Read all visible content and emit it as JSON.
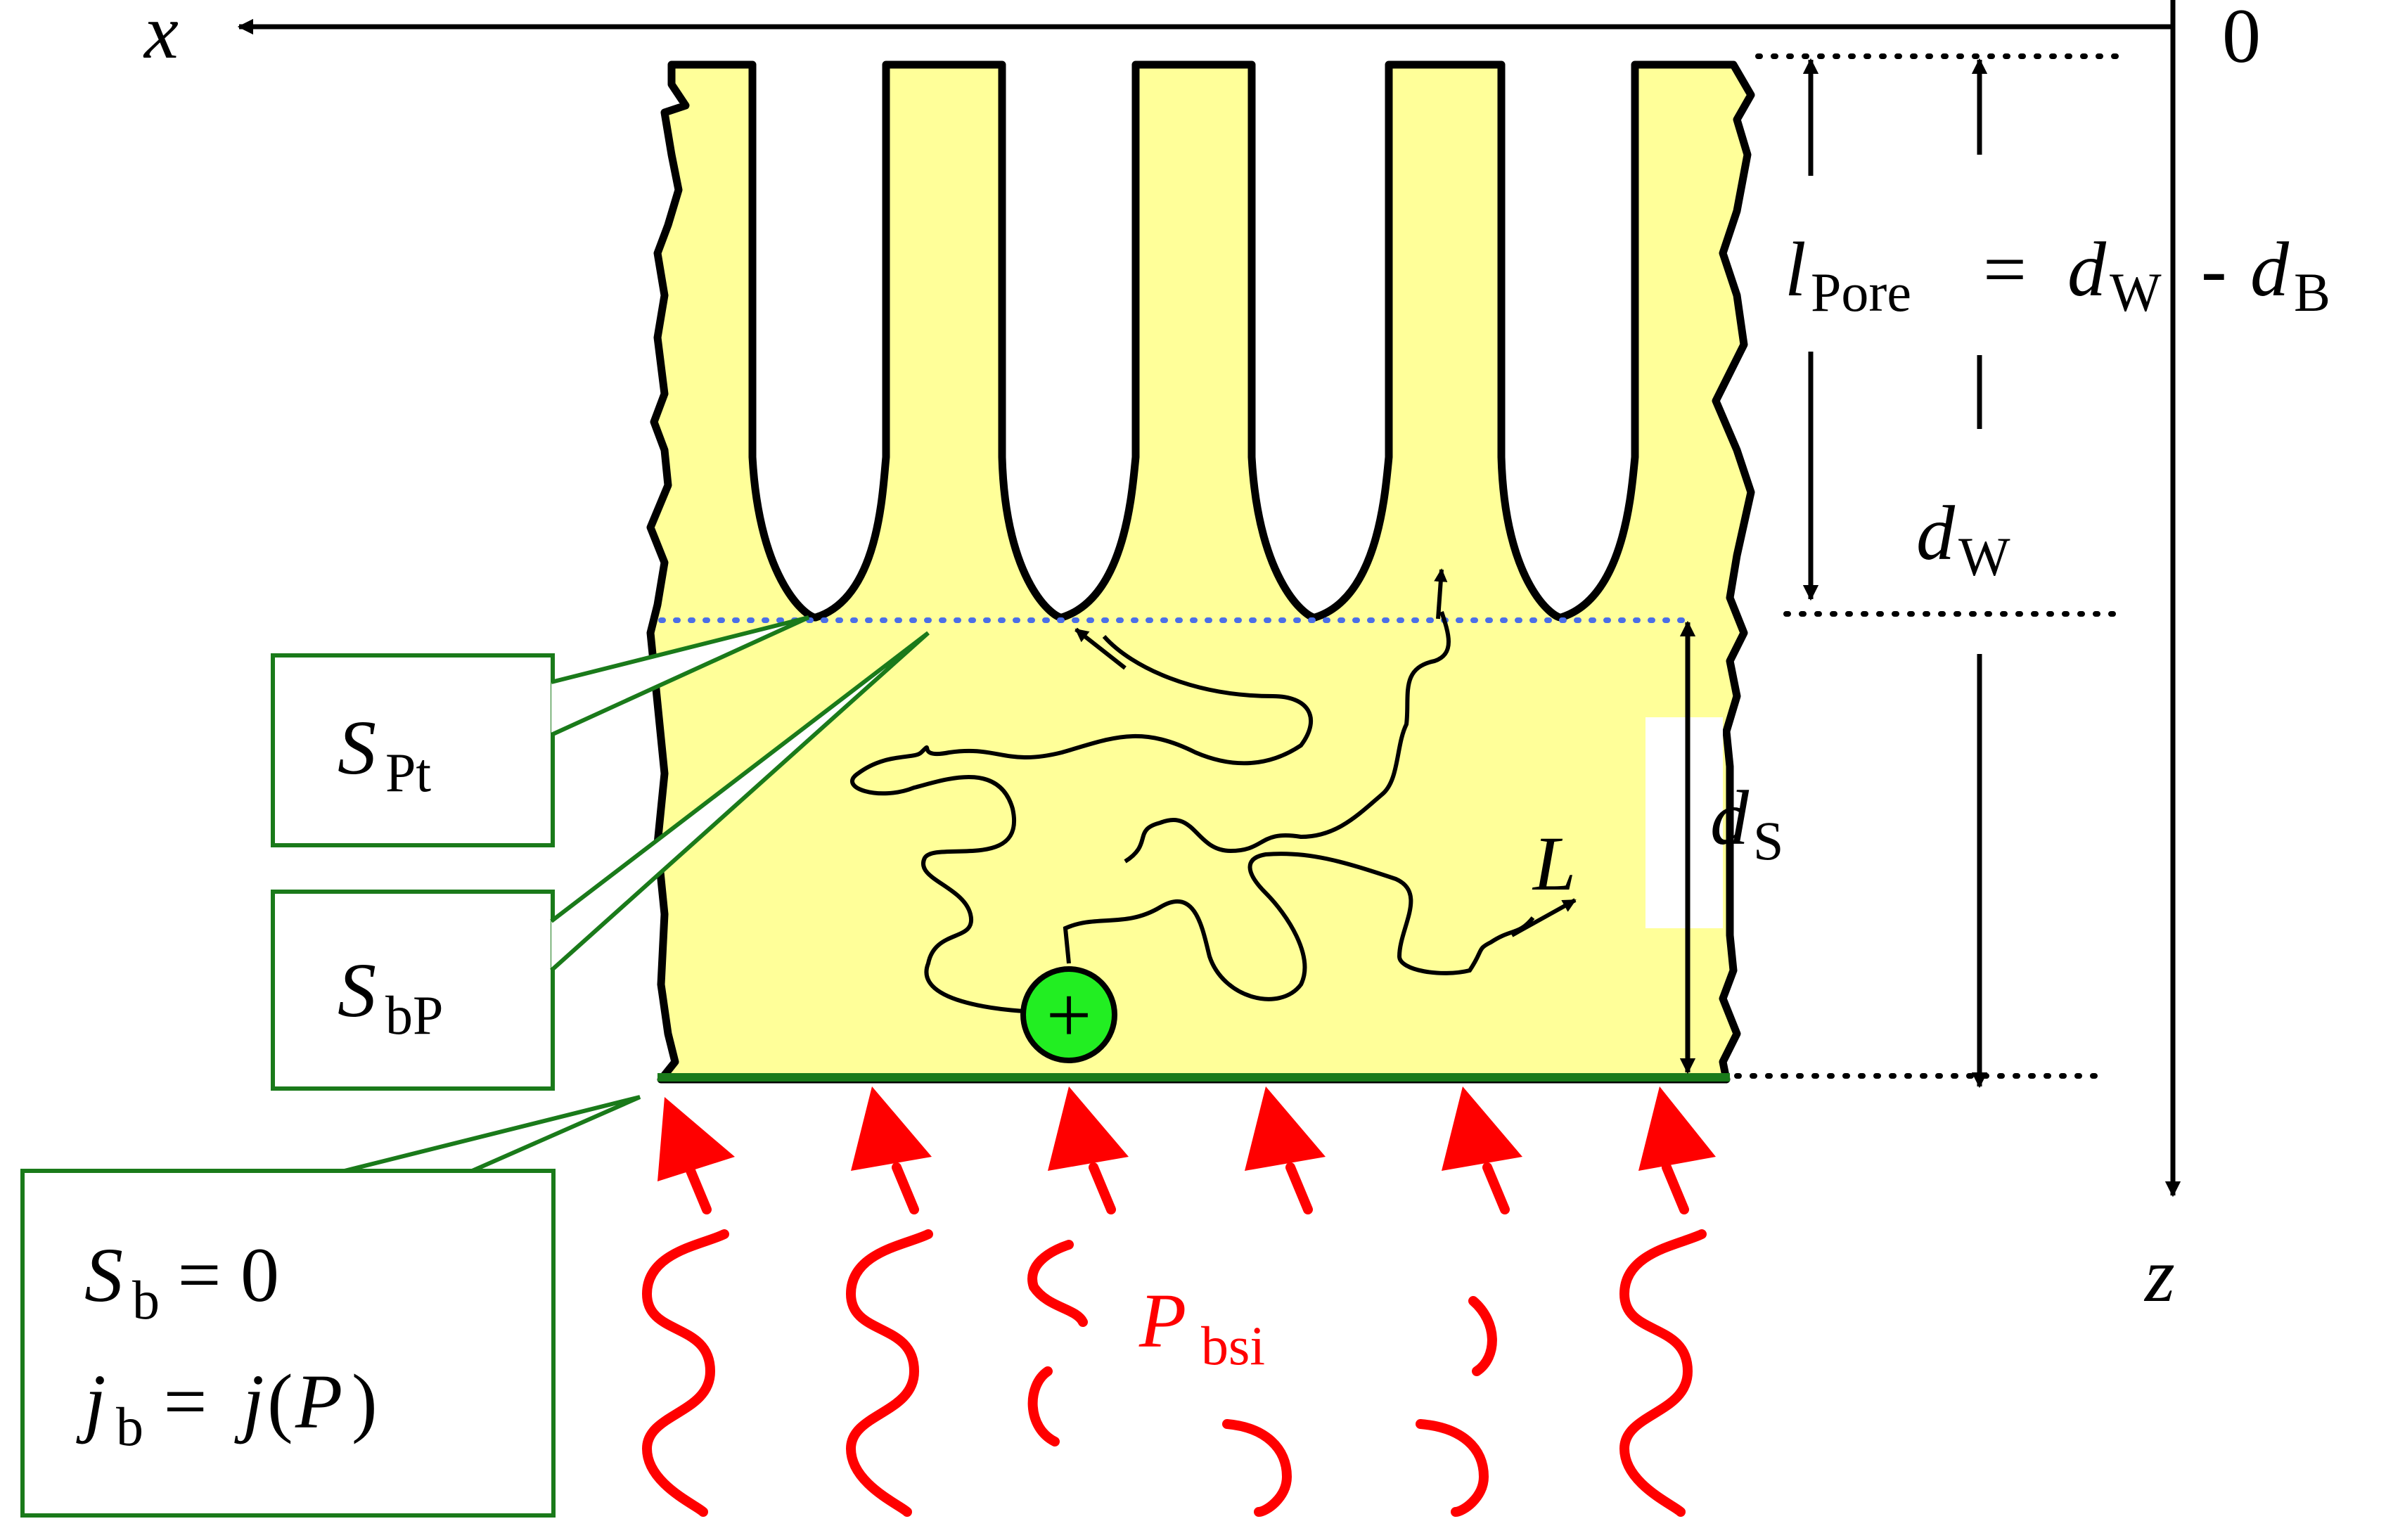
{
  "colors": {
    "substrate": "#ffff99",
    "outline": "#000000",
    "green_box": "#1a7a1a",
    "back_surface": "#1a7a1a",
    "light": "#ff0000",
    "hole": "#22ee22",
    "pore_tip_line": "#4a6ee8",
    "dotted": "#000000"
  },
  "axes": {
    "x_label": "x",
    "z_label": "z",
    "origin_label": "0"
  },
  "dimensions": {
    "l_pore": {
      "main": "l",
      "sub": "Pore"
    },
    "eq": "=",
    "dw_main": "d",
    "dw_sub": "W",
    "minus": "-",
    "db_main": "d",
    "db_sub": "B",
    "dw2_main": "d",
    "dw2_sub": "W",
    "ds_main": "d",
    "ds_sub": "S"
  },
  "labels": {
    "spt": {
      "main": "S",
      "sub": "Pt"
    },
    "sbp": {
      "main": "S",
      "sub": "bP"
    },
    "sb": {
      "main": "S",
      "sub": "b",
      "rest": " = 0"
    },
    "jb": {
      "main": "j",
      "sub": "b",
      "eq": " = ",
      "func": "j",
      "arg": "(",
      "argvar": "P",
      "close": ")"
    },
    "diffusion_length": "L",
    "hole_symbol": "+",
    "illumination": {
      "main": "P",
      "sub": "bsi"
    }
  }
}
